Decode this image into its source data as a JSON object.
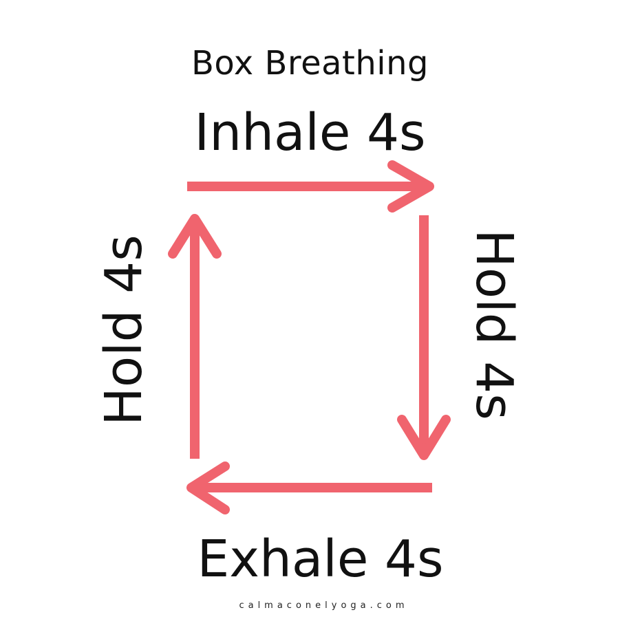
{
  "diagram": {
    "title": "Box Breathing",
    "steps": {
      "top": "Inhale 4s",
      "right": "Hold 4s",
      "bottom": "Exhale 4s",
      "left": "Hold 4s"
    },
    "arrow_color": "#f0646e",
    "arrow_directions": [
      "right",
      "down",
      "left",
      "up"
    ]
  },
  "footer": {
    "website": "calmaconelyoga.com"
  }
}
